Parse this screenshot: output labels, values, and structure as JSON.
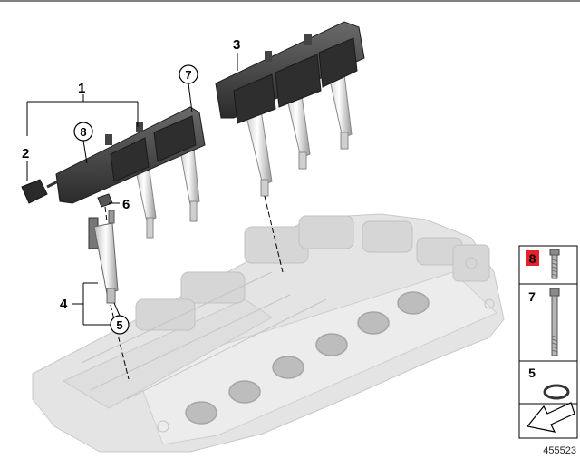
{
  "callouts": {
    "c1": "1",
    "c2": "2",
    "c3": "3",
    "c4": "4",
    "c5": "5",
    "c6": "6",
    "c7": "7",
    "c8": "8"
  },
  "legend": {
    "item8": "8",
    "item7": "7",
    "item5": "5"
  },
  "reference_number": "455523",
  "colors": {
    "highlight": "#e8202a",
    "part_dark": "#3a3a3a",
    "engine_light": "#d9d9d9"
  }
}
